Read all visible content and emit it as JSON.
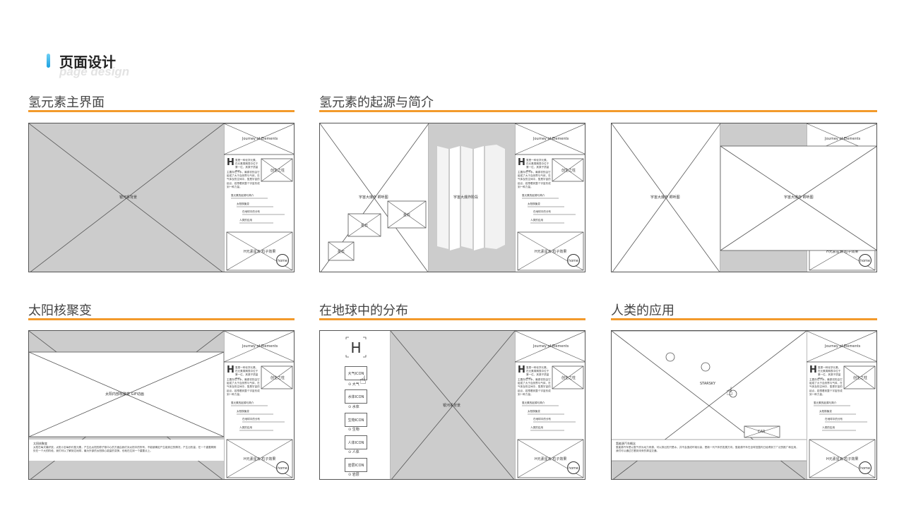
{
  "header": {
    "title": "页面设计",
    "subtitle": "page design"
  },
  "colors": {
    "accent_line": "#f39a2b",
    "header_bar": "#1aa0e0",
    "placeholder_fill": "#cccccc",
    "stroke": "#555555"
  },
  "sidebar": {
    "top_label": "Journey of Elements",
    "big_letter": "H",
    "intro": "氢是一种化学元素，在元素周期表中位于第一位，其原子质量最轻。",
    "body": "主要存在于水，最原初的由它组成了大于自然界与气体，在气体及热空间中，氢是宇宙的起点，若想看到整个宇宙形成到一种力量。",
    "card_label": "创生之柱",
    "menu": [
      "氢元素的起源与简介",
      "太阳核聚变",
      "在地球中的分布",
      "人类的应用"
    ],
    "bottom_label": "H元素星云 粒子效果",
    "home_label": "home"
  },
  "sections": [
    {
      "title": "氢元素主界面",
      "center_label": "银河系背景"
    },
    {
      "title": "氢元素的起源与简介",
      "left_label": "宇宙大爆炸 卿听图",
      "mid_label": "宇宙大爆炸阶段",
      "nebula_labels": [
        "星云",
        "星云",
        "星云"
      ]
    },
    {
      "title": "",
      "left_label": "宇宙大爆炸 卿听图",
      "right_label": "宇宙大爆炸 卿听图"
    },
    {
      "title": "太阳核聚变",
      "main_label": "太阳内部核聚变 GIF动画",
      "caption_title": "太阳核聚变",
      "caption_text": "太阳在每天最好放、太阳小至每秒约氢元素，产生出太阳的原子核中心的方面由我们对太阳中的所有，不能被确定产生能到达的情况，产生出热量，在一个重要周期处在一个大的阶段，我们可以了解到达地球，最为外部的太阳核心能量的变换，也就在达到一个重要点上。"
    },
    {
      "title": "在地球中的分布",
      "center_label": "银河系背景",
      "icons": [
        {
          "btn": "大气ICON",
          "label": "大气"
        },
        {
          "btn": "水体ICON",
          "label": "水体"
        },
        {
          "btn": "生物ICON",
          "label": "生物"
        },
        {
          "btn": "人体ICON",
          "label": "人体"
        },
        {
          "btn": "岩层ICON",
          "label": "岩层"
        }
      ]
    },
    {
      "title": "人类的应用",
      "starsky_label": "STARSKY",
      "car_label": "CAR",
      "caption_title": "氢能源汽车概念",
      "caption_text": "氢能源汽车是以氢气作为动力来源，可以排出的只是水，并不会造成环境污染，是新一代汽车的发展方向，氢能源汽车在全球范围内已经得到了广泛的推广和应用，我们可以通过它看到未来的清洁交通。"
    }
  ]
}
